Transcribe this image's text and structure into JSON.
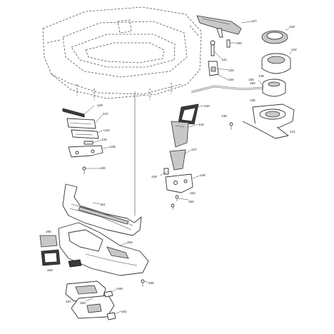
{
  "part_numbers": [
    "127",
    "128",
    "129",
    "130",
    "131",
    "132",
    "133",
    "134",
    "135",
    "136",
    "137",
    "138",
    "139",
    "140",
    "141",
    "142",
    "143",
    "144",
    "145",
    "146",
    "147",
    "148",
    "149",
    "150",
    "151",
    "152",
    "153",
    "154",
    "155",
    "156",
    "157",
    "158",
    "159",
    "160",
    "161"
  ]
}
